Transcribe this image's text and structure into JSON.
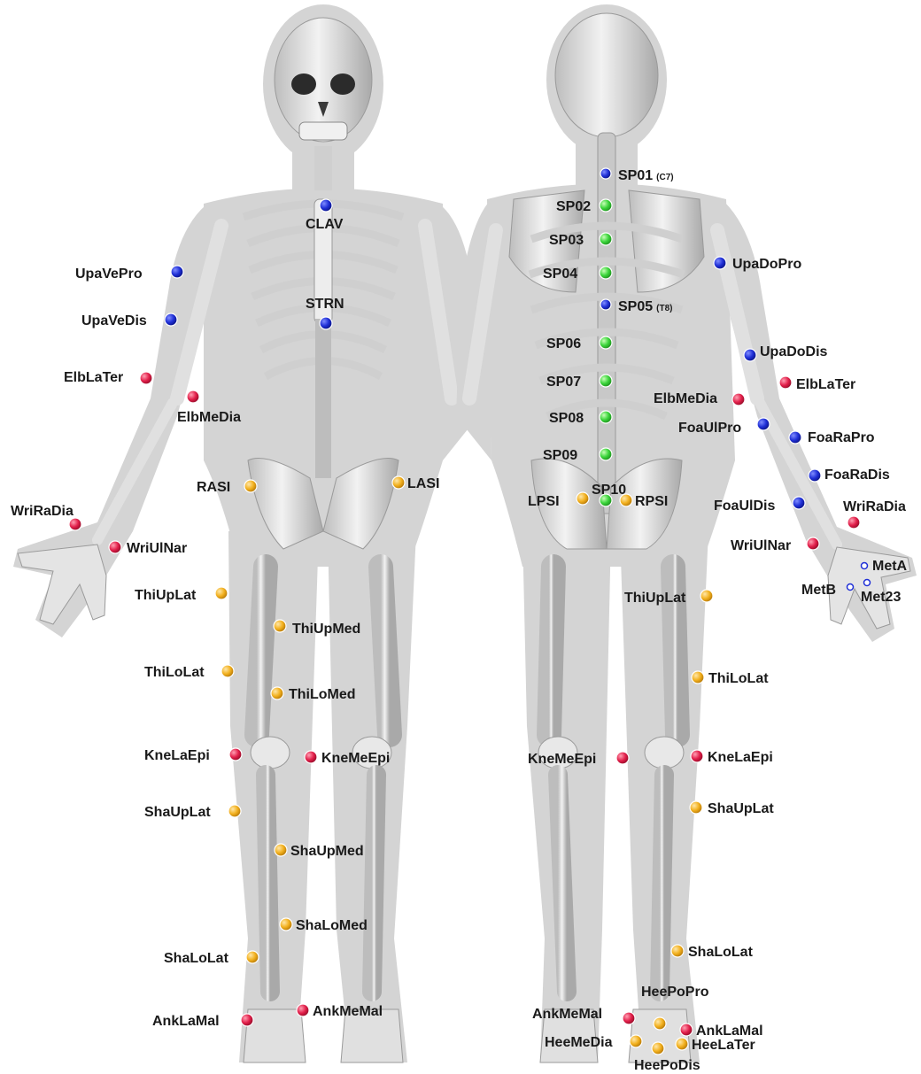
{
  "diagram": {
    "views": {
      "front": "front-view",
      "back": "back-view"
    },
    "marker_colors": {
      "blue": "#1f2fd6",
      "green": "#3ad43a",
      "red": "#e21f4a",
      "orange": "#f2b01e"
    },
    "front_markers": [
      {
        "id": "CLAV",
        "label": "CLAV",
        "color": "blue"
      },
      {
        "id": "STRN",
        "label": "STRN",
        "color": "blue"
      },
      {
        "id": "UpaVePro",
        "label": "UpaVePro",
        "color": "blue"
      },
      {
        "id": "UpaVeDis",
        "label": "UpaVeDis",
        "color": "blue"
      },
      {
        "id": "ElbLaTer",
        "label": "ElbLaTer",
        "color": "red"
      },
      {
        "id": "ElbMeDia",
        "label": "ElbMeDia",
        "color": "red"
      },
      {
        "id": "WriRaDia",
        "label": "WriRaDia",
        "color": "red"
      },
      {
        "id": "WriUlNar",
        "label": "WriUlNar",
        "color": "red"
      },
      {
        "id": "RASI",
        "label": "RASI",
        "color": "orange"
      },
      {
        "id": "LASI",
        "label": "LASI",
        "color": "orange"
      },
      {
        "id": "ThiUpLat",
        "label": "ThiUpLat",
        "color": "orange"
      },
      {
        "id": "ThiUpMed",
        "label": "ThiUpMed",
        "color": "orange"
      },
      {
        "id": "ThiLoLat",
        "label": "ThiLoLat",
        "color": "orange"
      },
      {
        "id": "ThiLoMed",
        "label": "ThiLoMed",
        "color": "orange"
      },
      {
        "id": "KneLaEpi",
        "label": "KneLaEpi",
        "color": "red"
      },
      {
        "id": "KneMeEpi",
        "label": "KneMeEpi",
        "color": "red"
      },
      {
        "id": "ShaUpLat",
        "label": "ShaUpLat",
        "color": "orange"
      },
      {
        "id": "ShaUpMed",
        "label": "ShaUpMed",
        "color": "orange"
      },
      {
        "id": "ShaLoMed",
        "label": "ShaLoMed",
        "color": "orange"
      },
      {
        "id": "ShaLoLat",
        "label": "ShaLoLat",
        "color": "orange"
      },
      {
        "id": "AnkLaMal",
        "label": "AnkLaMal",
        "color": "red"
      },
      {
        "id": "AnkMeMal",
        "label": "AnkMeMal",
        "color": "red"
      }
    ],
    "back_markers": [
      {
        "id": "SP01",
        "label": "SP01",
        "sub": "(C7)",
        "color": "blue"
      },
      {
        "id": "SP02",
        "label": "SP02",
        "color": "green"
      },
      {
        "id": "SP03",
        "label": "SP03",
        "color": "green"
      },
      {
        "id": "SP04",
        "label": "SP04",
        "color": "green"
      },
      {
        "id": "SP05",
        "label": "SP05",
        "sub": "(T8)",
        "color": "blue"
      },
      {
        "id": "SP06",
        "label": "SP06",
        "color": "green"
      },
      {
        "id": "SP07",
        "label": "SP07",
        "color": "green"
      },
      {
        "id": "SP08",
        "label": "SP08",
        "color": "green"
      },
      {
        "id": "SP09",
        "label": "SP09",
        "color": "green"
      },
      {
        "id": "SP10",
        "label": "SP10",
        "color": "green"
      },
      {
        "id": "LPSI",
        "label": "LPSI",
        "color": "orange"
      },
      {
        "id": "RPSI",
        "label": "RPSI",
        "color": "orange"
      },
      {
        "id": "UpaDoPro",
        "label": "UpaDoPro",
        "color": "blue"
      },
      {
        "id": "UpaDoDis",
        "label": "UpaDoDis",
        "color": "blue"
      },
      {
        "id": "ElbLaTer",
        "label": "ElbLaTer",
        "color": "red"
      },
      {
        "id": "ElbMeDia",
        "label": "ElbMeDia",
        "color": "red"
      },
      {
        "id": "FoaUlPro",
        "label": "FoaUlPro",
        "color": "blue"
      },
      {
        "id": "FoaRaPro",
        "label": "FoaRaPro",
        "color": "blue"
      },
      {
        "id": "FoaRaDis",
        "label": "FoaRaDis",
        "color": "blue"
      },
      {
        "id": "FoaUlDis",
        "label": "FoaUlDis",
        "color": "blue"
      },
      {
        "id": "WriRaDia",
        "label": "WriRaDia",
        "color": "red"
      },
      {
        "id": "WriUlNar",
        "label": "WriUlNar",
        "color": "red"
      },
      {
        "id": "MetA",
        "label": "MetA",
        "color": "blue"
      },
      {
        "id": "MetB",
        "label": "MetB",
        "color": "blue"
      },
      {
        "id": "Met23",
        "label": "Met23",
        "color": "blue"
      },
      {
        "id": "ThiUpLat",
        "label": "ThiUpLat",
        "color": "orange"
      },
      {
        "id": "ThiLoLat",
        "label": "ThiLoLat",
        "color": "orange"
      },
      {
        "id": "KneMeEpi",
        "label": "KneMeEpi",
        "color": "red"
      },
      {
        "id": "KneLaEpi",
        "label": "KneLaEpi",
        "color": "red"
      },
      {
        "id": "ShaUpLat",
        "label": "ShaUpLat",
        "color": "orange"
      },
      {
        "id": "ShaLoLat",
        "label": "ShaLoLat",
        "color": "orange"
      },
      {
        "id": "AnkMeMal",
        "label": "AnkMeMal",
        "color": "red"
      },
      {
        "id": "HeePoPro",
        "label": "HeePoPro",
        "color": "orange"
      },
      {
        "id": "AnkLaMal",
        "label": "AnkLaMal",
        "color": "red"
      },
      {
        "id": "HeeMeDia",
        "label": "HeeMeDia",
        "color": "orange"
      },
      {
        "id": "HeeLaTer",
        "label": "HeeLaTer",
        "color": "orange"
      },
      {
        "id": "HeePoDis",
        "label": "HeePoDis",
        "color": "orange"
      }
    ]
  }
}
